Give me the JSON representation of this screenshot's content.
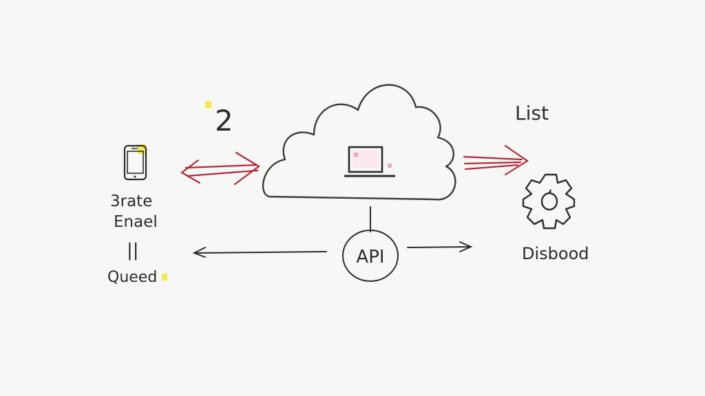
{
  "labels": {
    "step_number": "2",
    "list": "List",
    "left_line1": "3rate",
    "left_line2": "Enael",
    "left_line3": "||",
    "left_line4": "Queed",
    "api": "API",
    "right_label": "Disbood"
  },
  "colors": {
    "ink": "#2b2b2b",
    "red_ink": "#b3283a",
    "highlight": "#f2e83a",
    "pink": "#e58aa0"
  },
  "icons": [
    "phone-icon",
    "cloud-icon",
    "laptop-icon",
    "gear-icon"
  ]
}
